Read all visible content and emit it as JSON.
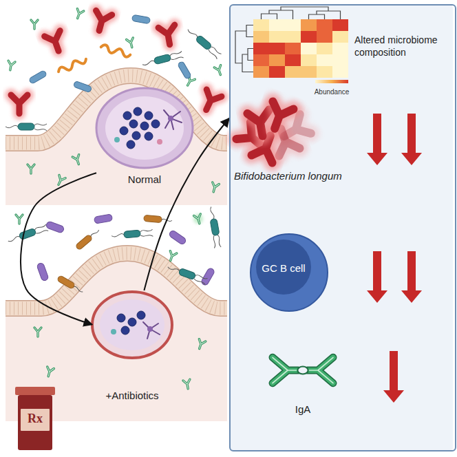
{
  "diagram": {
    "nodes": [
      {
        "text": [
          "Normal"
        ]
      },
      {
        "text": [
          "+Antibiotics"
        ]
      },
      {
        "text": [
          "Altered microbiome composition",
          "Abundance",
          "Bifidobacterium longum",
          "IgA"
        ]
      },
      {
        "text": [
          "GC B cell"
        ],
        "in": 2
      }
    ],
    "edges": [
      {
        "from": 0,
        "to": 1,
        "arrow": "to"
      },
      {
        "from": 1,
        "to": 2,
        "arrow": "to"
      }
    ],
    "labels": [
      "Rx"
    ]
  }
}
